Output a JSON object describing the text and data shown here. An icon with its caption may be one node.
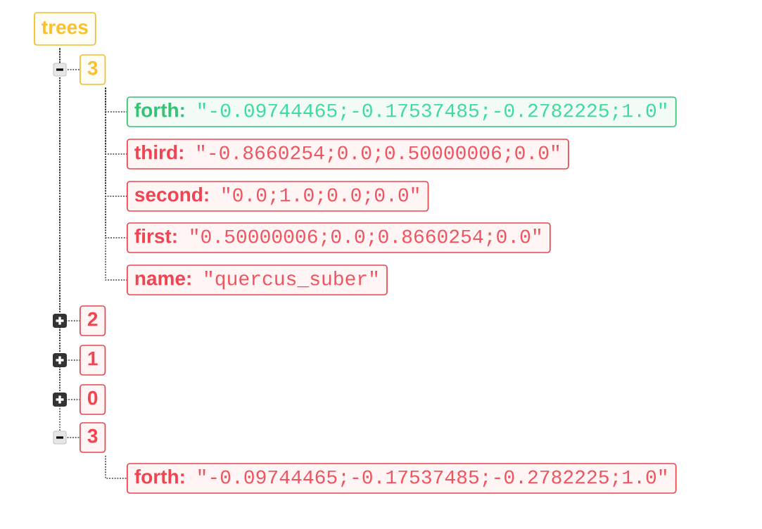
{
  "diagram": {
    "nodes": [
      {
        "text": [
          "trees"
        ]
      },
      {
        "text": [
          "3"
        ]
      },
      {
        "text": [
          "forth:",
          "\"-0.09744465;-0.17537485;-0.2782225;1.0\""
        ]
      },
      {
        "text": [
          "third:",
          "\"-0.8660254;0.0;0.50000006;0.0\""
        ]
      },
      {
        "text": [
          "second:",
          "\"0.0;1.0;0.0;0.0\""
        ]
      },
      {
        "text": [
          "first:",
          "\"0.50000006;0.0;0.8660254;0.0\""
        ]
      },
      {
        "text": [
          "name:",
          "\"quercus_suber\""
        ]
      },
      {
        "text": [
          "2"
        ]
      },
      {
        "text": [
          "1"
        ]
      },
      {
        "text": [
          "0"
        ]
      },
      {
        "text": [
          "3"
        ]
      },
      {
        "text": [
          "forth:",
          "\"-0.09744465;-0.17537485;-0.2782225;1.0\""
        ]
      }
    ],
    "edges": [
      {
        "from": 0,
        "to": 1,
        "arrow": "none"
      },
      {
        "from": 1,
        "to": 2,
        "arrow": "none"
      },
      {
        "from": 1,
        "to": 3,
        "arrow": "none"
      },
      {
        "from": 1,
        "to": 4,
        "arrow": "none"
      },
      {
        "from": 1,
        "to": 5,
        "arrow": "none"
      },
      {
        "from": 1,
        "to": 6,
        "arrow": "none"
      },
      {
        "from": 0,
        "to": 7,
        "arrow": "none"
      },
      {
        "from": 0,
        "to": 8,
        "arrow": "none"
      },
      {
        "from": 0,
        "to": 9,
        "arrow": "none"
      },
      {
        "from": 0,
        "to": 10,
        "arrow": "none"
      },
      {
        "from": 10,
        "to": 11,
        "arrow": "none"
      }
    ]
  }
}
